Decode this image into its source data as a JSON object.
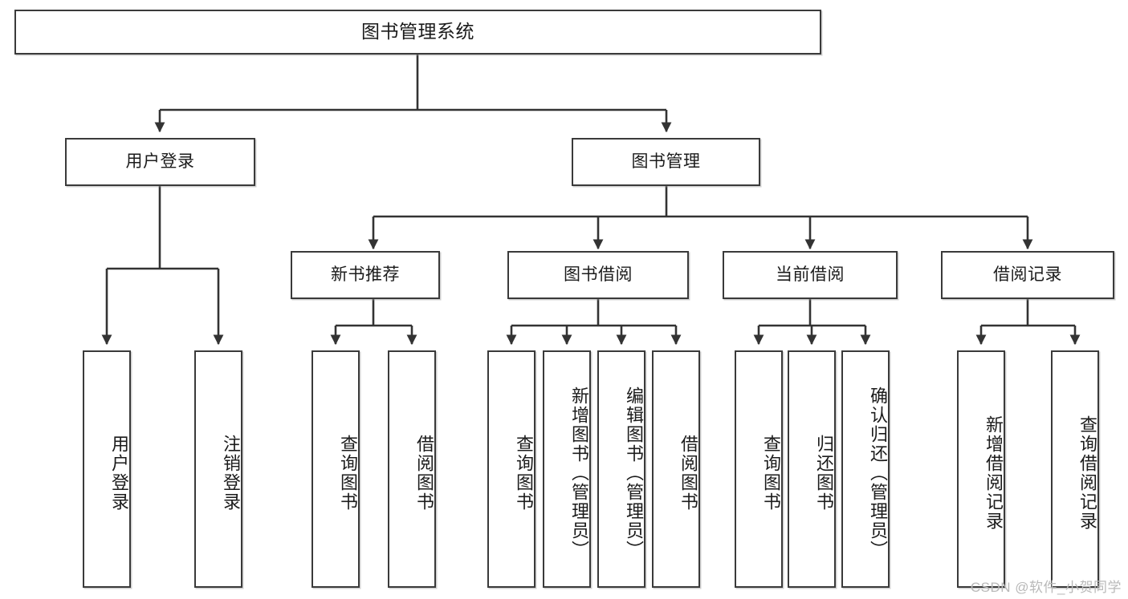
{
  "diagram": {
    "title": "图书管理系统",
    "type": "tree-hierarchy-chart",
    "watermark": "CSDN @软件_小贺同学",
    "colors": {
      "box_border": "#3a3a3a",
      "box_fill": "#ffffff",
      "connector": "#333333",
      "text": "#1b1b1b",
      "watermark": "#b9b9b9",
      "background": "#ffffff"
    },
    "root": {
      "label": "图书管理系统"
    },
    "level2": [
      {
        "key": "user_login",
        "label": "用户登录"
      },
      {
        "key": "book_manage",
        "label": "图书管理"
      }
    ],
    "level3": [
      {
        "key": "new_book_rec",
        "label": "新书推荐"
      },
      {
        "key": "book_borrow",
        "label": "图书借阅"
      },
      {
        "key": "current_borrow",
        "label": "当前借阅"
      },
      {
        "key": "borrow_record",
        "label": "借阅记录"
      }
    ],
    "leaves": {
      "user_login": [
        {
          "label": "用户登录"
        },
        {
          "label": "注销登录"
        }
      ],
      "new_book_rec": [
        {
          "label": "查询图书"
        },
        {
          "label": "借阅图书"
        }
      ],
      "book_borrow": [
        {
          "label": "查询图书"
        },
        {
          "label": "新增图书（管理员）"
        },
        {
          "label": "编辑图书（管理员）"
        },
        {
          "label": "借阅图书"
        }
      ],
      "current_borrow": [
        {
          "label": "查询图书"
        },
        {
          "label": "归还图书"
        },
        {
          "label": "确认归还（管理员）"
        }
      ],
      "borrow_record": [
        {
          "label": "新增借阅记录"
        },
        {
          "label": "查询借阅记录"
        }
      ]
    }
  }
}
